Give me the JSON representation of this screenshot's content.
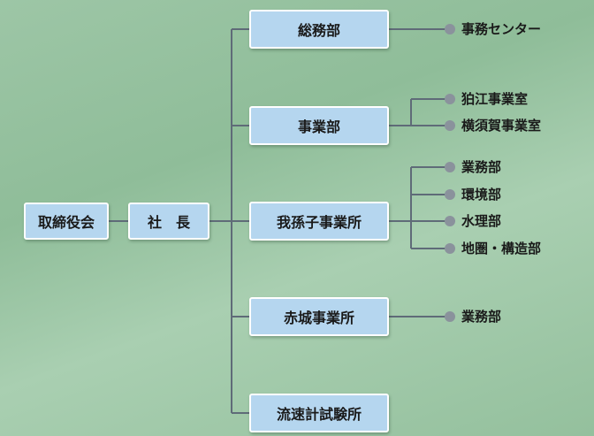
{
  "nodes": {
    "board": "取締役会",
    "president": "社　長",
    "general_affairs": "総務部",
    "business": "事業部",
    "abiko": "我孫子事業所",
    "akagi": "赤城事業所",
    "ryusoku": "流速計試験所"
  },
  "leaves": {
    "general_affairs": [
      "事務センター"
    ],
    "business": [
      "狛江事業室",
      "横須賀事業室"
    ],
    "abiko": [
      "業務部",
      "環境部",
      "水理部",
      "地圏・構造部"
    ],
    "akagi": [
      "業務部"
    ]
  },
  "colors": {
    "box_fill": "#b5d6ef",
    "box_border": "#ffffff",
    "line": "#5f6b78",
    "bullet": "#8a929c"
  }
}
